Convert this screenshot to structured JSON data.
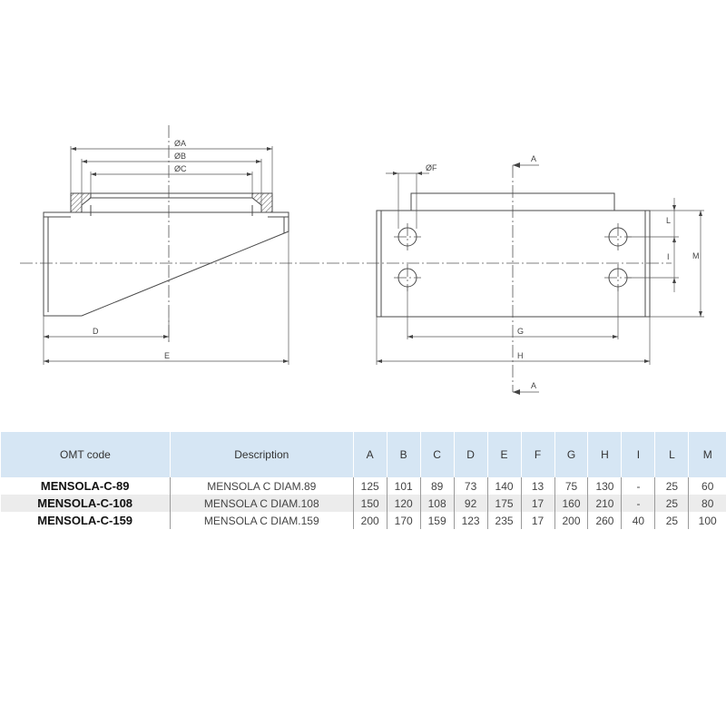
{
  "drawing": {
    "labels": {
      "dia_a": "ØA",
      "dia_b": "ØB",
      "dia_c": "ØC",
      "d": "D",
      "e": "E",
      "dia_f": "ØF",
      "a_top": "A",
      "a_bottom": "A",
      "g": "G",
      "h": "H",
      "i": "I",
      "l": "L",
      "m": "M"
    }
  },
  "table": {
    "headers": [
      "OMT code",
      "Description",
      "A",
      "B",
      "C",
      "D",
      "E",
      "F",
      "G",
      "H",
      "I",
      "L",
      "M"
    ],
    "rows": [
      {
        "code": "MENSOLA-C-89",
        "description": "MENSOLA C DIAM.89",
        "values": [
          "125",
          "101",
          "89",
          "73",
          "140",
          "13",
          "75",
          "130",
          "-",
          "25",
          "60"
        ]
      },
      {
        "code": "MENSOLA-C-108",
        "description": "MENSOLA C DIAM.108",
        "values": [
          "150",
          "120",
          "108",
          "92",
          "175",
          "17",
          "160",
          "210",
          "-",
          "25",
          "80"
        ]
      },
      {
        "code": "MENSOLA-C-159",
        "description": "MENSOLA C DIAM.159",
        "values": [
          "200",
          "170",
          "159",
          "123",
          "235",
          "17",
          "200",
          "260",
          "40",
          "25",
          "100"
        ]
      }
    ]
  }
}
